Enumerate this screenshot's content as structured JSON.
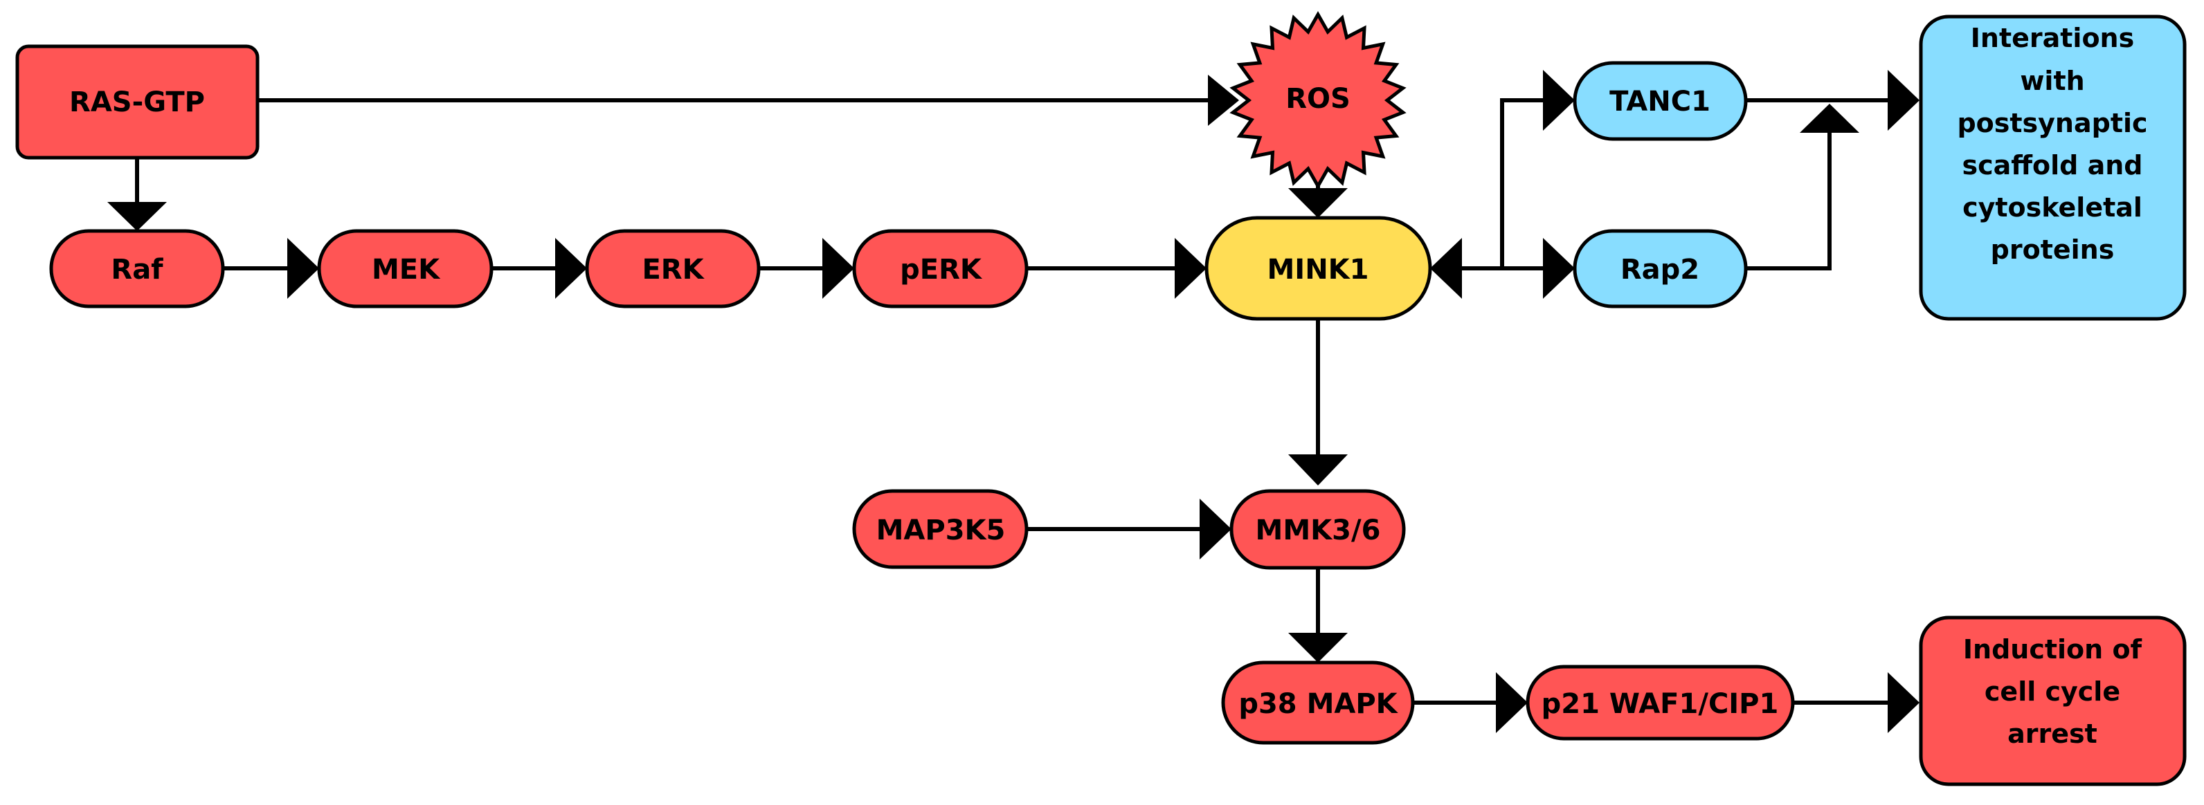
{
  "colors": {
    "red": "#FF5555",
    "yellow": "#FFDD55",
    "blue": "#88DDFF",
    "line": "#000000"
  },
  "nodes": {
    "ras_gtp": "RAS-GTP",
    "ros": "ROS",
    "raf": "Raf",
    "mek": "MEK",
    "erk": "ERK",
    "perk": "pERK",
    "mink1": "MINK1",
    "tanc1": "TANC1",
    "rap2": "Rap2",
    "map3k5": "MAP3K5",
    "mmk36": "MMK3/6",
    "p38": "p38 MAPK",
    "p21": "p21 WAF1/CIP1"
  },
  "boxes": {
    "interactions": [
      "Interations",
      "with",
      "postsynaptic",
      "scaffold and",
      "cytoskeletal",
      "proteins"
    ],
    "arrest": [
      "Induction of",
      "cell cycle",
      "arrest"
    ]
  }
}
